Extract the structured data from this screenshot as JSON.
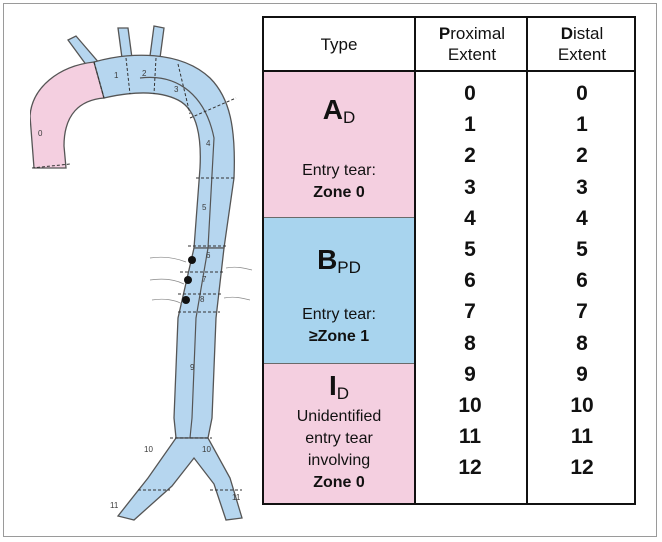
{
  "table": {
    "header": {
      "type": "Type",
      "proximal_initial": "P",
      "proximal_rest": "roximal",
      "proximal_line2": "Extent",
      "distal_initial": "D",
      "distal_rest": "istal",
      "distal_line2": "Extent"
    },
    "classes": [
      {
        "letter": "A",
        "sub": "D",
        "note_line1": "Entry tear:",
        "note_bold": "Zone 0",
        "color": "#f4cfe0"
      },
      {
        "letter": "B",
        "sub": "PD",
        "note_line1": "Entry tear:",
        "note_bold": "≥Zone 1",
        "color": "#a8d4ee"
      },
      {
        "letter": "I",
        "sub": "D",
        "note_lines": [
          "Unidentified",
          "entry tear",
          "involving"
        ],
        "note_bold": "Zone 0",
        "color": "#f4cfe0"
      }
    ],
    "proximal_extent": [
      "0",
      "1",
      "2",
      "3",
      "4",
      "5",
      "6",
      "7",
      "8",
      "9",
      "10",
      "11",
      "12"
    ],
    "distal_extent": [
      "0",
      "1",
      "2",
      "3",
      "4",
      "5",
      "6",
      "7",
      "8",
      "9",
      "10",
      "11",
      "12"
    ]
  },
  "diagram": {
    "zone_labels": [
      "0",
      "1",
      "2",
      "3",
      "4",
      "5",
      "6",
      "7",
      "8",
      "9",
      "10",
      "10",
      "11",
      "11"
    ],
    "colors": {
      "false_lumen": "#f4cfe0",
      "aorta": "#b6d6ef",
      "outline": "#555555"
    }
  }
}
